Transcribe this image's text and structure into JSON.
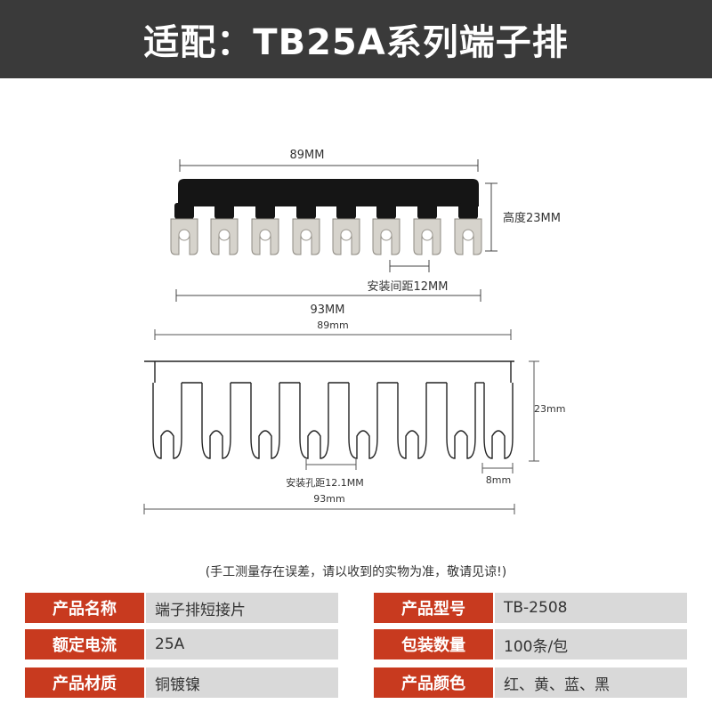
{
  "header": {
    "title": "适配：TB25A系列端子排"
  },
  "photo_dims": {
    "width_top": "89MM",
    "height": "高度23MM",
    "spacing": "安装间距12MM",
    "width_bottom": "93MM"
  },
  "drawing_dims": {
    "width_top": "89mm",
    "height": "23mm",
    "hole_spacing": "安装孔距12.1MM",
    "fork_width": "8mm",
    "width_bottom": "93mm"
  },
  "note": "(手工测量存在误差，请以收到的实物为准，敬请见谅!)",
  "specs": [
    {
      "label": "产品名称",
      "value": "端子排短接片"
    },
    {
      "label": "产品型号",
      "value": "TB-2508"
    },
    {
      "label": "额定电流",
      "value": "25A"
    },
    {
      "label": "包装数量",
      "value": "100条/包"
    },
    {
      "label": "产品材质",
      "value": "铜镀镍"
    },
    {
      "label": "产品颜色",
      "value": "红、黄、蓝、黑"
    }
  ],
  "colors": {
    "accent": "#c83a1f",
    "header_bg": "#3a3a3a",
    "value_bg": "#d9d9d9",
    "bar_black": "#151515"
  }
}
